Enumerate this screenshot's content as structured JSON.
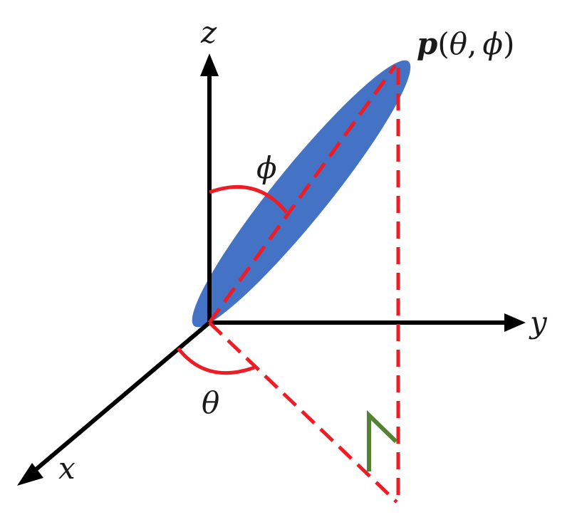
{
  "labels": {
    "axis_x": "x",
    "axis_y": "y",
    "axis_z": "z",
    "angle_theta": "θ",
    "angle_phi": "ϕ",
    "point": {
      "symbol": "p",
      "open": "(",
      "arg1": "θ",
      "sep": ",",
      "arg2": "ϕ",
      "close": ")"
    }
  },
  "colors": {
    "axes": "#000000",
    "ellipsoid": "#4472C4",
    "projection": "#EE1C25",
    "angle_arc": "#EE1C25",
    "right_angle_marker": "#548235"
  }
}
